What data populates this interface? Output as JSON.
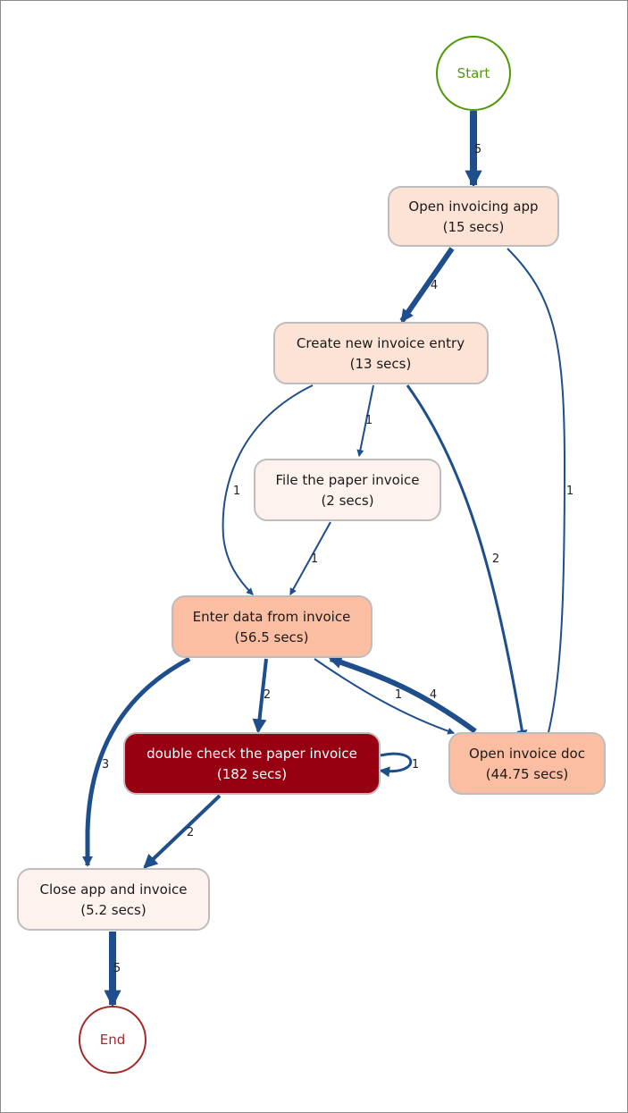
{
  "start": {
    "label": "Start",
    "color": "#4e9a06"
  },
  "end": {
    "label": "End",
    "color": "#a52a2a"
  },
  "nodes": {
    "open_app": {
      "title": "Open invoicing app",
      "duration": "(15 secs)",
      "fill": "#fde2d6"
    },
    "create_entry": {
      "title": "Create new invoice entry",
      "duration": "(13 secs)",
      "fill": "#fde2d6"
    },
    "file_paper": {
      "title": "File the paper invoice",
      "duration": "(2 secs)",
      "fill": "#fdf2ee"
    },
    "enter_data": {
      "title": "Enter data from invoice",
      "duration": "(56.5 secs)",
      "fill": "#fbbea2"
    },
    "double_check": {
      "title": "double check the paper invoice",
      "duration": "(182 secs)",
      "fill": "#960010"
    },
    "open_doc": {
      "title": "Open invoice doc",
      "duration": "(44.75 secs)",
      "fill": "#fbbea2"
    },
    "close_app": {
      "title": "Close app and invoice",
      "duration": "(5.2 secs)",
      "fill": "#fdf2ee"
    }
  },
  "edges": {
    "start_open": "5",
    "open_create": "4",
    "open_doc": "1",
    "create_file": "1",
    "create_enter": "1",
    "create_doc": "2",
    "file_enter": "1",
    "enter_check": "2",
    "enter_doc": "1",
    "doc_enter": "4",
    "check_self": "1",
    "enter_close": "3",
    "check_close": "2",
    "close_end": "5"
  },
  "colors": {
    "edge": "#1f4e8c",
    "node_border": "#bdbdbd"
  }
}
